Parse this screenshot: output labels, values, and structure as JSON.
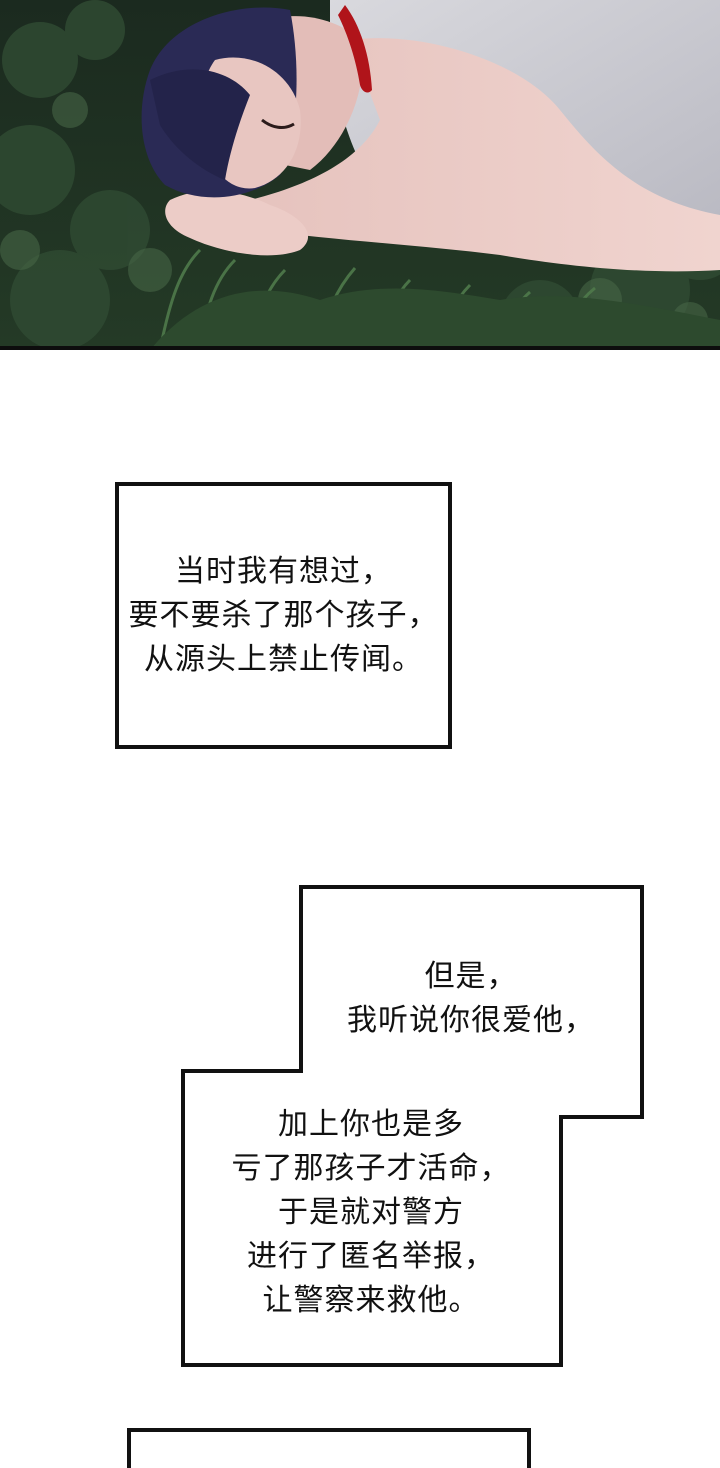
{
  "panels": {
    "caption_1": {
      "lines": [
        "当时我有想过，",
        "要不要杀了那个孩子，",
        "从源头上禁止传闻。"
      ]
    },
    "caption_2_top": {
      "lines": [
        "但是，",
        "我听说你很爱他，"
      ]
    },
    "caption_2_bottom": {
      "lines": [
        "加上你也是多",
        "亏了那孩子才活命，",
        "于是就对警方",
        "进行了匿名举报，",
        "让警察来救他。"
      ]
    }
  },
  "colors": {
    "grass_dark": "#1f2f22",
    "grass_mid": "#3d5a3a",
    "hair": "#2a2a55",
    "skin": "#e9c9c4",
    "shirt": "#d8d8dc",
    "blood": "#b0141a",
    "ink": "#111111"
  }
}
